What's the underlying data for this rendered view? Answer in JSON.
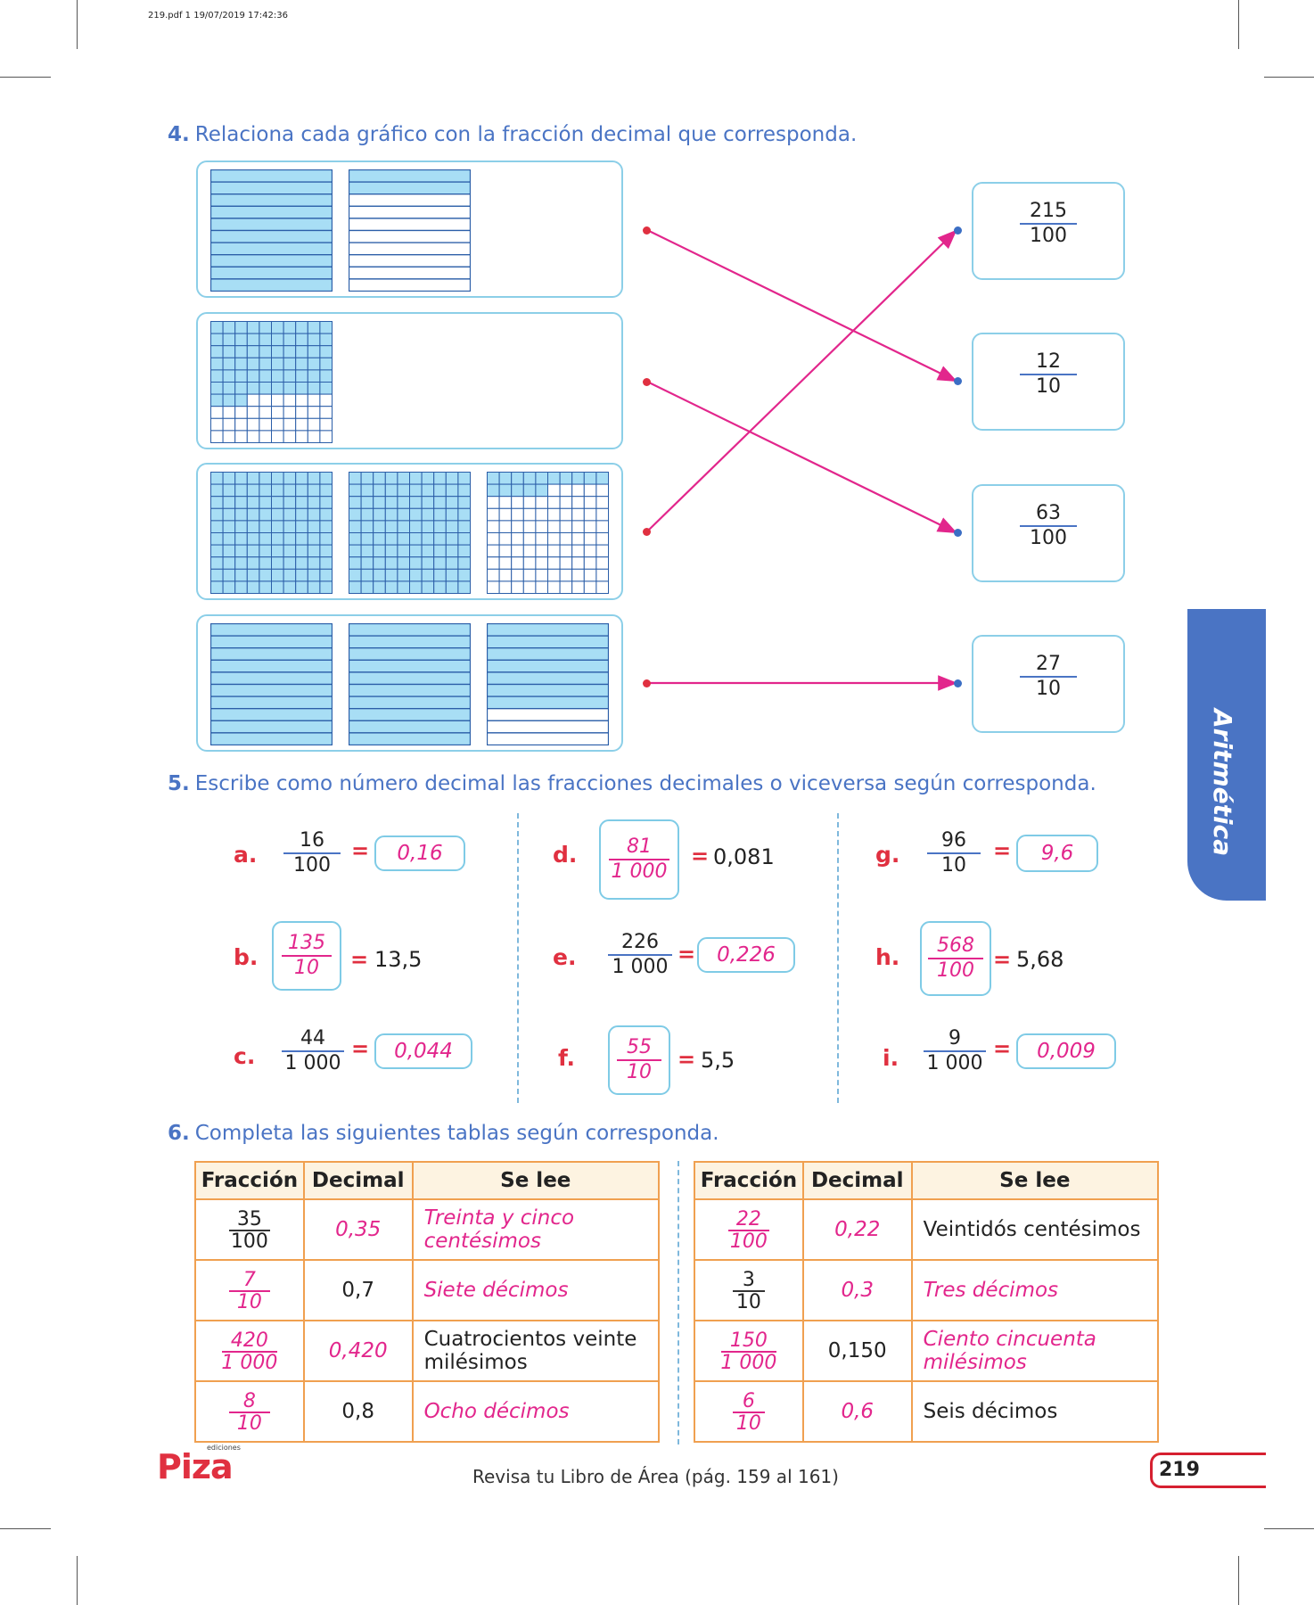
{
  "print_info": "219.pdf   1   19/07/2019   17:42:36",
  "ex4": {
    "num": "4.",
    "title": "Relaciona cada  gráfico con la fracción decimal que corresponda.",
    "fractions": [
      {
        "n": "215",
        "d": "100"
      },
      {
        "n": "12",
        "d": "10"
      },
      {
        "n": "63",
        "d": "100"
      },
      {
        "n": "27",
        "d": "10"
      }
    ]
  },
  "ex5": {
    "num": "5.",
    "title": "Escribe como número decimal las fracciones decimales o viceversa según corresponda.",
    "items": {
      "a": {
        "letter": "a.",
        "n": "16",
        "d": "100",
        "eq": "=",
        "ans": "0,16"
      },
      "b": {
        "letter": "b.",
        "n": "135",
        "d": "10",
        "eq": "=",
        "val": "13,5"
      },
      "c": {
        "letter": "c.",
        "n": "44",
        "d": "1 000",
        "eq": "=",
        "ans": "0,044"
      },
      "d": {
        "letter": "d.",
        "n": "81",
        "d": "1 000",
        "eq": "=",
        "val": "0,081"
      },
      "e": {
        "letter": "e.",
        "n": "226",
        "d": "1 000",
        "eq": "=",
        "ans": "0,226"
      },
      "f": {
        "letter": "f.",
        "n": "55",
        "d": "10",
        "eq": "=",
        "val": "5,5"
      },
      "g": {
        "letter": "g.",
        "n": "96",
        "d": "10",
        "eq": "=",
        "ans": "9,6"
      },
      "h": {
        "letter": "h.",
        "n": "568",
        "d": "100",
        "eq": "=",
        "val": "5,68"
      },
      "i": {
        "letter": "i.",
        "n": "9",
        "d": "1 000",
        "eq": "=",
        "ans": "0,009"
      }
    }
  },
  "ex6": {
    "num": "6.",
    "title": "Completa las siguientes tablas según corresponda.",
    "headers": [
      "Fracción",
      "Decimal",
      "Se lee"
    ],
    "left": [
      {
        "n": "35",
        "d": "100",
        "dec": "0,35",
        "lee": "Treinta  y  cinco centésimos"
      },
      {
        "n": "7",
        "d": "10",
        "dec": "0,7",
        "lee": "Siete décimos"
      },
      {
        "n": "420",
        "d": "1 000",
        "dec": "0,420",
        "lee": "Cuatrocientos  veinte milésimos"
      },
      {
        "n": "8",
        "d": "10",
        "dec": "0,8",
        "lee": "Ocho décimos"
      }
    ],
    "right": [
      {
        "n": "22",
        "d": "100",
        "dec": "0,22",
        "lee": "Veintidós centésimos"
      },
      {
        "n": "3",
        "d": "10",
        "dec": "0,3",
        "lee": "Tres décimos"
      },
      {
        "n": "150",
        "d": "1 000",
        "dec": "0,150",
        "lee": "Ciento cincuenta milésimos"
      },
      {
        "n": "6",
        "d": "10",
        "dec": "0,6",
        "lee": "Seis décimos"
      }
    ]
  },
  "side_tab": "Aritmética",
  "logo": {
    "brand": "Piza",
    "sub": "ediciones"
  },
  "footer": "Revisa tu Libro de Área (pág. 159 al 161)",
  "page_number": "219",
  "colors": {
    "blue_title": "#4a74c4",
    "pink": "#e2268c",
    "red": "#e03040",
    "fill": "#a8def5",
    "grid": "#2b5ea8",
    "table_border": "#f0a050"
  }
}
